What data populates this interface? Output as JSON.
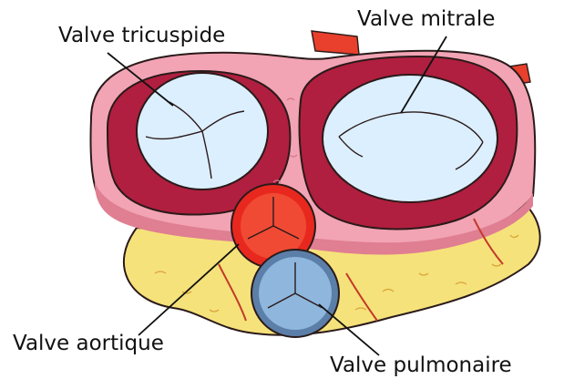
{
  "labels": {
    "tricuspid": "Valve tricuspide",
    "mitral": "Valve mitrale",
    "aortic": "Valve aortique",
    "pulmonary": "Valve pulmonaire"
  },
  "colors": {
    "fat_yellow": "#f6e27a",
    "muscle_dark_red": "#b01f3f",
    "muscle_pink": "#f2a4b4",
    "valve_light_blue": "#dcefff",
    "aorta_red": "#e8281e",
    "pulmonary_blue": "#8fb6dc",
    "vessel_orange_red": "#e8402c"
  }
}
